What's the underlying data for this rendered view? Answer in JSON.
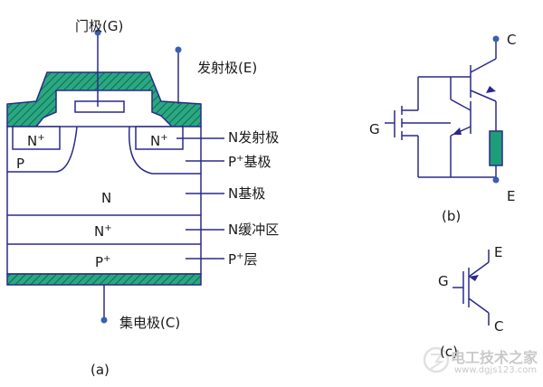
{
  "diagram_a": {
    "gate_label": "门极(G)",
    "emitter_label": "发射极(E)",
    "collector_label": "集电极(C)",
    "caption": "(a)",
    "regions": {
      "n_plus_left": "N",
      "n_plus_right": "N",
      "n_plus_sup": "+",
      "p_region": "P",
      "n_base": "N",
      "n_buffer": "N",
      "n_buffer_sup": "+",
      "p_layer": "P",
      "p_layer_sup": "+"
    },
    "annotations": [
      {
        "main": "N发射极",
        "sup": ""
      },
      {
        "main": "基极",
        "pre": "P",
        "sup": "+"
      },
      {
        "main": "N基极",
        "sup": ""
      },
      {
        "main": "N缓冲区",
        "sup": ""
      },
      {
        "main": "层",
        "pre": "P",
        "sup": "+"
      }
    ]
  },
  "diagram_b": {
    "terminal_c": "C",
    "terminal_g": "G",
    "terminal_e": "E",
    "caption": "(b)"
  },
  "diagram_c": {
    "terminal_e": "E",
    "terminal_g": "G",
    "terminal_c": "C",
    "caption": "(c)"
  },
  "watermark": {
    "title": "电工技术之家",
    "url": "www.dgjs123.com"
  },
  "colors": {
    "line": "#2a2a8a",
    "hatch_fill": "#2aa882",
    "resistor_fill": "#1e9e78",
    "terminal_dot": "#3a5fb0"
  }
}
